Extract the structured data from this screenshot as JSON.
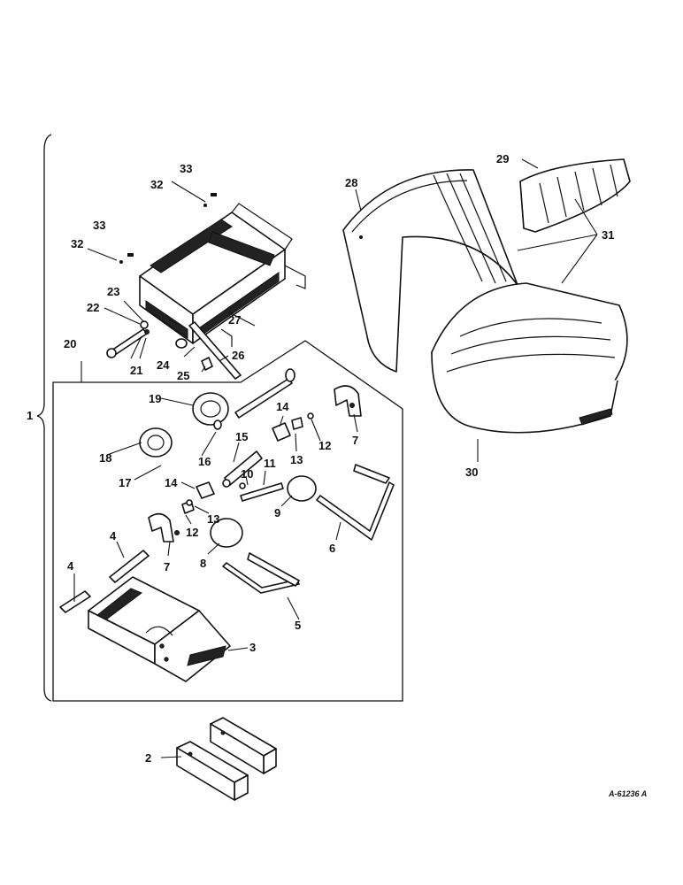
{
  "diagram": {
    "drawing_code": "A-61236 A",
    "callouts": {
      "c1": "1",
      "c2": "2",
      "c3": "3",
      "c4a": "4",
      "c4b": "4",
      "c5": "5",
      "c6": "6",
      "c7a": "7",
      "c7b": "7",
      "c8": "8",
      "c9": "9",
      "c10": "10",
      "c11": "11",
      "c12a": "12",
      "c12b": "12",
      "c13a": "13",
      "c13b": "13",
      "c14a": "14",
      "c14b": "14",
      "c15": "15",
      "c16": "16",
      "c17": "17",
      "c18": "18",
      "c19": "19",
      "c20": "20",
      "c21": "21",
      "c22": "22",
      "c23": "23",
      "c24": "24",
      "c25": "25",
      "c26": "26",
      "c27": "27",
      "c28": "28",
      "c29": "29",
      "c30": "30",
      "c31": "31",
      "c32a": "32",
      "c32b": "32",
      "c33a": "33",
      "c33b": "33"
    }
  }
}
